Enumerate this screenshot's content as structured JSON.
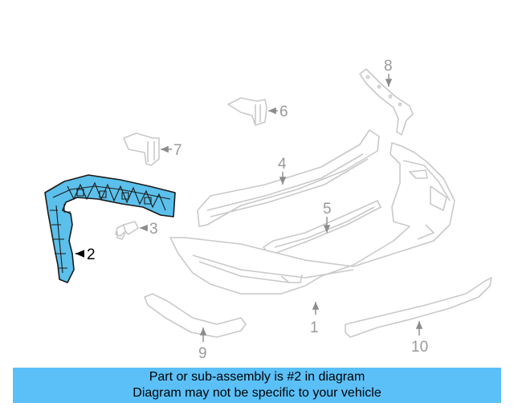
{
  "diagram": {
    "highlight_color": "#5bc0eb",
    "callouts": [
      {
        "id": "1",
        "text": "1"
      },
      {
        "id": "2",
        "text": "2"
      },
      {
        "id": "3",
        "text": "3"
      },
      {
        "id": "4",
        "text": "4"
      },
      {
        "id": "5",
        "text": "5"
      },
      {
        "id": "6",
        "text": "6"
      },
      {
        "id": "7",
        "text": "7"
      },
      {
        "id": "8",
        "text": "8"
      },
      {
        "id": "9",
        "text": "9"
      },
      {
        "id": "10",
        "text": "10"
      }
    ],
    "highlighted_part": "2"
  },
  "banner": {
    "background": "#5bc0f8",
    "line1": "Part or sub-assembly is #2 in diagram",
    "line2": "Diagram may not be specific to your vehicle"
  }
}
